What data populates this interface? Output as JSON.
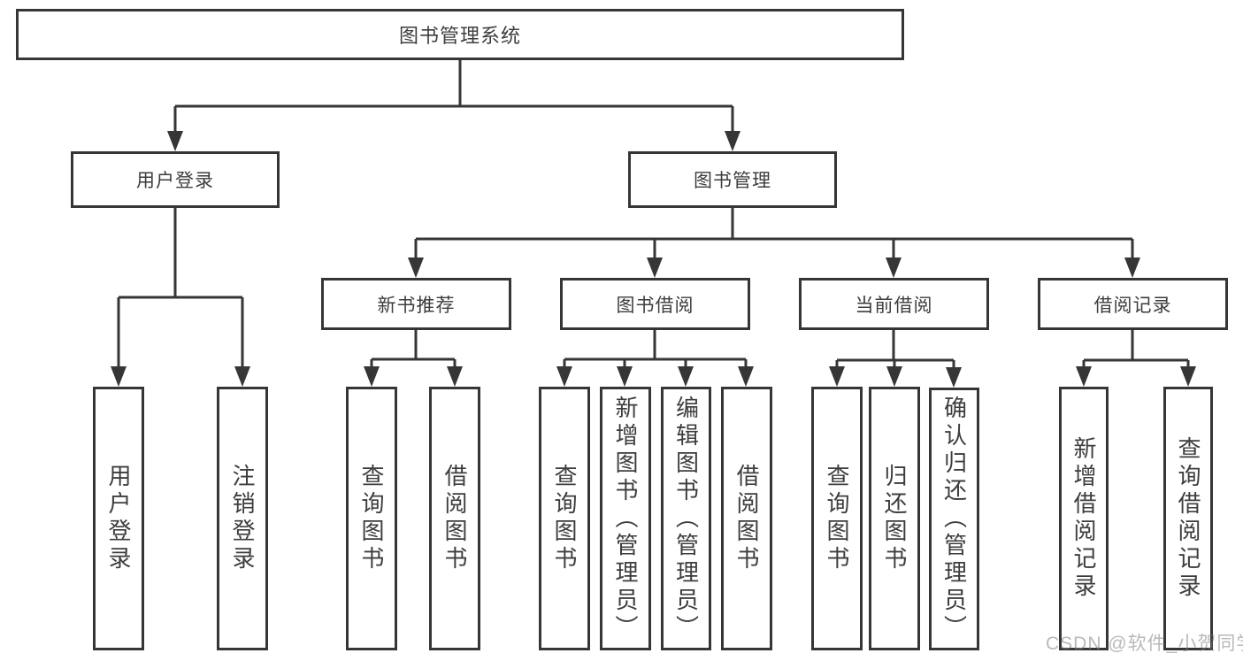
{
  "diagram": {
    "title": "图书管理系统",
    "tree": {
      "label": "图书管理系统",
      "children": [
        {
          "label": "用户登录",
          "children": [
            {
              "label": "用户登录"
            },
            {
              "label": "注销登录"
            }
          ]
        },
        {
          "label": "图书管理",
          "children": [
            {
              "label": "新书推荐",
              "children": [
                {
                  "label": "查询图书"
                },
                {
                  "label": "借阅图书"
                }
              ]
            },
            {
              "label": "图书借阅",
              "children": [
                {
                  "label": "查询图书"
                },
                {
                  "label": "新增图书（管理员）"
                },
                {
                  "label": "编辑图书（管理员）"
                },
                {
                  "label": "借阅图书"
                }
              ]
            },
            {
              "label": "当前借阅",
              "children": [
                {
                  "label": "查询图书"
                },
                {
                  "label": "归还图书"
                },
                {
                  "label": "确认归还（管理员）"
                }
              ]
            },
            {
              "label": "借阅记录",
              "children": [
                {
                  "label": "新增借阅记录"
                },
                {
                  "label": "查询借阅记录"
                }
              ]
            }
          ]
        }
      ]
    },
    "colors": {
      "line": "#363636",
      "border": "#363636",
      "text": "#3d3d3d",
      "background": "#ffffff",
      "watermark_text_color": "#7d8086"
    },
    "watermark": "CSDN @软件_小贺同学"
  }
}
